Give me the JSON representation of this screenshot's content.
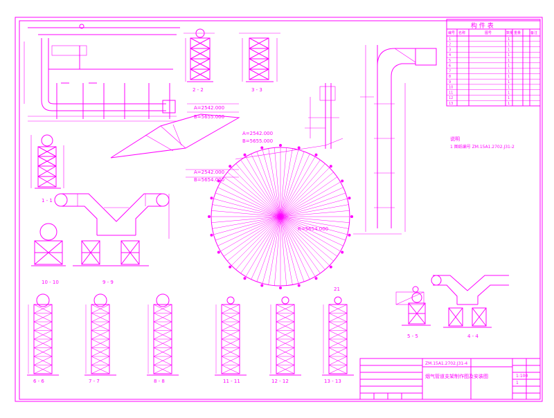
{
  "drawing": {
    "line_color": "#ff00ff",
    "paper_color": "#ffffff",
    "section_labels": {
      "s1": "1 - 1",
      "s2": "2 - 2",
      "s3": "3 - 3",
      "s4": "4 - 4",
      "s5": "5 - 5",
      "s6": "6 - 6",
      "s7": "7 - 7",
      "s8": "8 - 8",
      "s9": "9 - 9",
      "s10": "10 - 10",
      "s11": "11 - 11",
      "s12": "12 - 12",
      "s13": "13 - 13"
    },
    "dims": {
      "a_top": "A=2542.000",
      "b_top": "B=5655.000",
      "a_mid": "A=2542.000",
      "b_mid": "B=5654.000",
      "r_circle": "R=5654.000"
    },
    "label_21": "21"
  },
  "parts_table": {
    "title": "构 件 表",
    "headers": [
      "编号",
      "名称",
      "图号",
      "数量",
      "重量",
      "备注"
    ],
    "rows": [
      [
        "1",
        "",
        "",
        "1",
        "",
        ""
      ],
      [
        "2",
        "",
        "",
        "1",
        "",
        ""
      ],
      [
        "3",
        "",
        "",
        "1",
        "",
        ""
      ],
      [
        "4",
        "",
        "",
        "1",
        "",
        ""
      ],
      [
        "5",
        "",
        "",
        "1",
        "",
        ""
      ],
      [
        "6",
        "",
        "",
        "1",
        "",
        ""
      ],
      [
        "7",
        "",
        "",
        "1",
        "",
        ""
      ],
      [
        "8",
        "",
        "",
        "1",
        "",
        ""
      ],
      [
        "9",
        "",
        "",
        "1",
        "",
        ""
      ],
      [
        "10",
        "",
        "",
        "1",
        "",
        ""
      ],
      [
        "11",
        "",
        "",
        "1",
        "",
        ""
      ],
      [
        "12",
        "",
        "",
        "1",
        "",
        ""
      ],
      [
        "13",
        "",
        "",
        "1",
        "",
        ""
      ]
    ]
  },
  "notes": {
    "heading": "说明",
    "line1": "1 图纸编号 ZM.15A1.2702.J31-2"
  },
  "title_block": {
    "drawing_no": "ZM.15A1.2702.J31-4",
    "title": "烟气管道支架制作图及安装图",
    "scale": "1:100",
    "sheet": "1"
  }
}
